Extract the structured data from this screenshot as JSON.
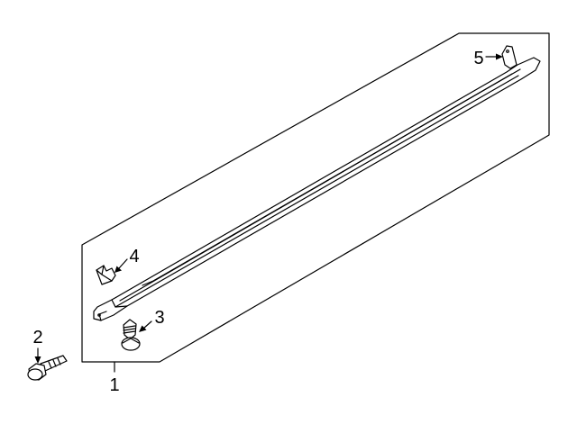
{
  "diagram": {
    "callouts": [
      {
        "id": "1",
        "label": "1",
        "part": "rocker-panel-molding"
      },
      {
        "id": "2",
        "label": "2",
        "part": "flange-bolt"
      },
      {
        "id": "3",
        "label": "3",
        "part": "mounting-stud"
      },
      {
        "id": "4",
        "label": "4",
        "part": "retaining-clip"
      },
      {
        "id": "5",
        "label": "5",
        "part": "end-bracket"
      }
    ]
  }
}
